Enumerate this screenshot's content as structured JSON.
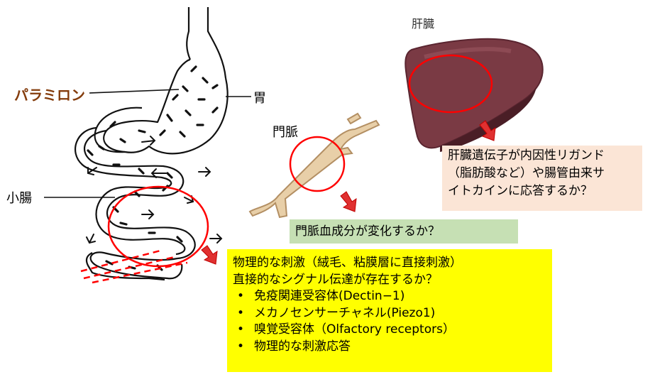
{
  "labels": {
    "paramylon": "パラミロン",
    "stomach": "胃",
    "small_intestine": "小腸",
    "portal_vein": "門脈",
    "liver": "肝臓"
  },
  "liver_box": {
    "lines": [
      "肝臓遺伝子が内因性リガンド",
      "（脂肪酸など）や腸管由来サ",
      "イトカインに応答するか？"
    ]
  },
  "portal_box": {
    "text": "門脈血成分が変化するか？"
  },
  "physical_box": {
    "lines": [
      "物理的な刺激（絨毛、粘膜層に直接刺激）",
      "直接的なシグナル伝達が存在するか？"
    ],
    "bullets": [
      "免疫関連受容体(Dectin−1)",
      "メカノセンサーチャネル(Piezo1)",
      "嗅覚受容体（Olfactory receptors）",
      "物理的な刺激応答"
    ],
    "bullet_symbol": "•"
  },
  "colors": {
    "paramylon_label": "#843c0c",
    "circle": "#ff0000",
    "arrow": "#e03030",
    "liver_box_bg": "#fbe5d6",
    "portal_box_bg": "#c6e0b4",
    "physical_box_bg": "#ffff00",
    "liver_fill": "#7a3a44",
    "vein_fill": "#e8cfa8"
  }
}
